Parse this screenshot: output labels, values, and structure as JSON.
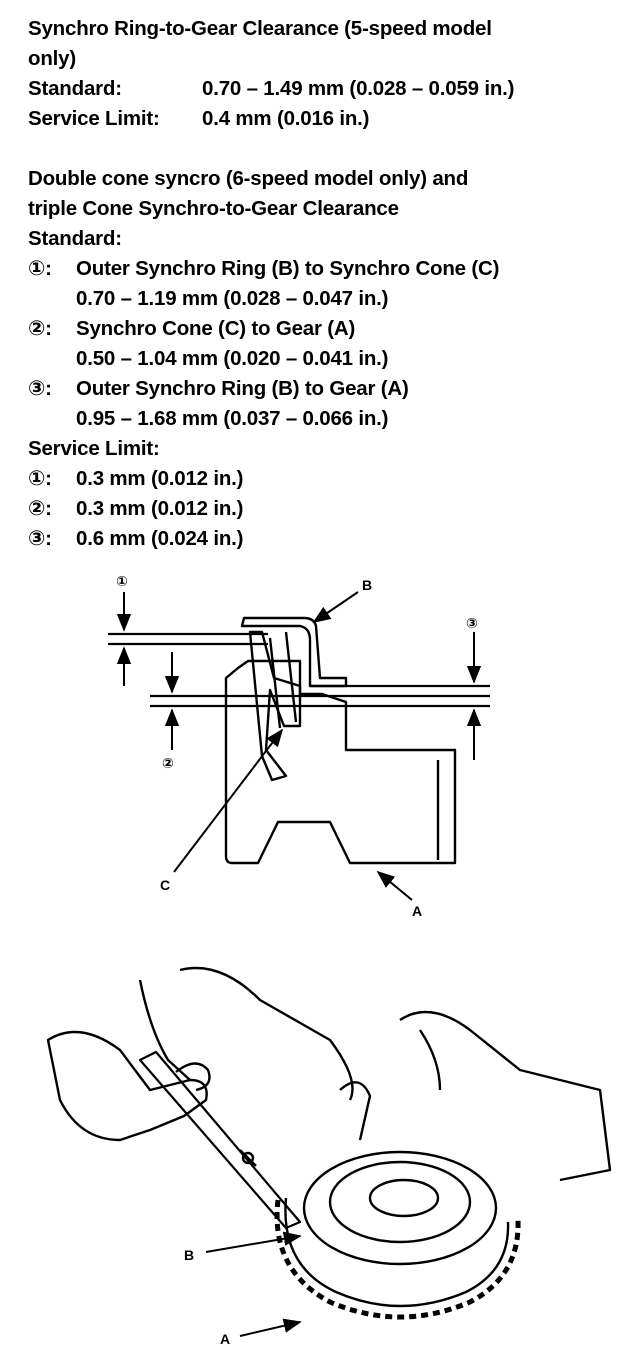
{
  "section1": {
    "title_line1": "Synchro Ring-to-Gear Clearance (5-speed model",
    "title_line2": "only)",
    "standard_label": "Standard:",
    "standard_value": "0.70 – 1.49 mm (0.028 – 0.059 in.)",
    "service_label": "Service Limit:",
    "service_value": "0.4 mm (0.016 in.)"
  },
  "section2": {
    "title_line1": "Double cone syncro (6-speed model only) and",
    "title_line2": "triple Cone Synchro-to-Gear Clearance",
    "standard_label": "Standard:",
    "standard_items": [
      {
        "num": "①:",
        "label": "Outer Synchro Ring (B) to Synchro Cone (C)",
        "value": "0.70 – 1.19 mm (0.028 – 0.047 in.)"
      },
      {
        "num": "②:",
        "label": "Synchro Cone (C) to Gear (A)",
        "value": "0.50 – 1.04 mm (0.020 – 0.041 in.)"
      },
      {
        "num": "③:",
        "label": "Outer Synchro Ring (B) to Gear (A)",
        "value": "0.95 – 1.68 mm (0.037 – 0.066 in.)"
      }
    ],
    "service_label": "Service Limit:",
    "service_items": [
      {
        "num": "①:",
        "value": "0.3 mm (0.012 in.)"
      },
      {
        "num": "②:",
        "value": "0.3 mm (0.012 in.)"
      },
      {
        "num": "③:",
        "value": "0.6 mm (0.024 in.)"
      }
    ]
  },
  "diagram": {
    "callout_1": "①",
    "callout_2": "②",
    "callout_3": "③",
    "label_a": "A",
    "label_b": "B",
    "label_c": "C"
  },
  "photo": {
    "label_a": "A",
    "label_b": "B"
  }
}
